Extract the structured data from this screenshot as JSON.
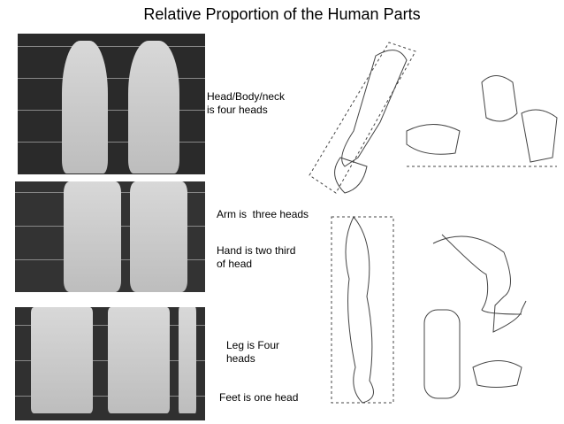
{
  "slide": {
    "title": "Relative Proportion of the Human Parts",
    "labels": {
      "head_body_neck": "Head/Body/neck is four heads",
      "arm": "Arm is  three heads",
      "hand": "Hand is two third of head",
      "leg": "Leg is Four heads",
      "feet": "Feet is one head"
    }
  }
}
